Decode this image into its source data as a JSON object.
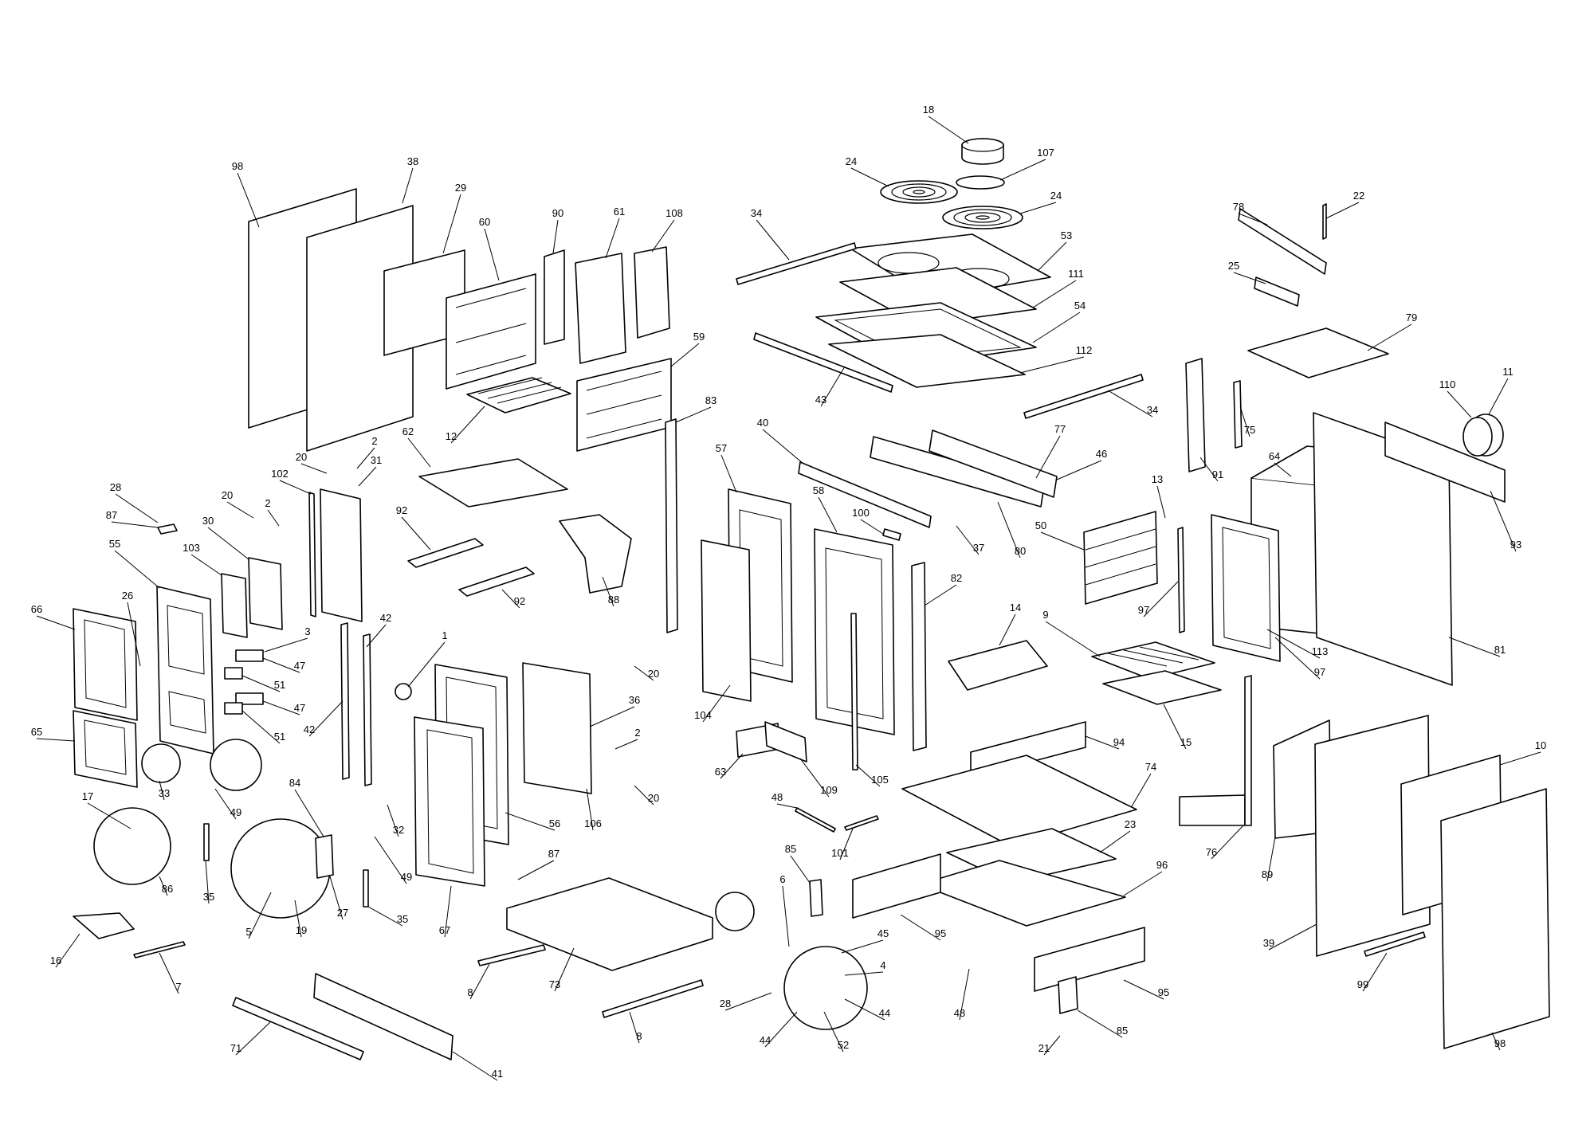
{
  "callouts": [
    {
      "n": "18",
      "label": "18"
    },
    {
      "n": "107",
      "label": "107"
    },
    {
      "n": "24a",
      "label": "24"
    },
    {
      "n": "24b",
      "label": "24"
    },
    {
      "n": "98a",
      "label": "98"
    },
    {
      "n": "38",
      "label": "38"
    },
    {
      "n": "29",
      "label": "29"
    },
    {
      "n": "60",
      "label": "60"
    },
    {
      "n": "90",
      "label": "90"
    },
    {
      "n": "61",
      "label": "61"
    },
    {
      "n": "108",
      "label": "108"
    },
    {
      "n": "34a",
      "label": "34"
    },
    {
      "n": "53",
      "label": "53"
    },
    {
      "n": "111",
      "label": "111"
    },
    {
      "n": "54",
      "label": "54"
    },
    {
      "n": "112",
      "label": "112"
    },
    {
      "n": "34b",
      "label": "34"
    },
    {
      "n": "43",
      "label": "43"
    },
    {
      "n": "22",
      "label": "22"
    },
    {
      "n": "78",
      "label": "78"
    },
    {
      "n": "25",
      "label": "25"
    },
    {
      "n": "79",
      "label": "79"
    },
    {
      "n": "11",
      "label": "11"
    },
    {
      "n": "110",
      "label": "110"
    },
    {
      "n": "12",
      "label": "12"
    },
    {
      "n": "59",
      "label": "59"
    },
    {
      "n": "83",
      "label": "83"
    },
    {
      "n": "75",
      "label": "75"
    },
    {
      "n": "91",
      "label": "91"
    },
    {
      "n": "64",
      "label": "64"
    },
    {
      "n": "93",
      "label": "93"
    },
    {
      "n": "40",
      "label": "40"
    },
    {
      "n": "77",
      "label": "77"
    },
    {
      "n": "46",
      "label": "46"
    },
    {
      "n": "13",
      "label": "13"
    },
    {
      "n": "62",
      "label": "62"
    },
    {
      "n": "20a",
      "label": "20"
    },
    {
      "n": "2a",
      "label": "2"
    },
    {
      "n": "31",
      "label": "31"
    },
    {
      "n": "102",
      "label": "102"
    },
    {
      "n": "28a",
      "label": "28"
    },
    {
      "n": "87a",
      "label": "87"
    },
    {
      "n": "20b",
      "label": "20"
    },
    {
      "n": "2b",
      "label": "2"
    },
    {
      "n": "30",
      "label": "30"
    },
    {
      "n": "103",
      "label": "103"
    },
    {
      "n": "55",
      "label": "55"
    },
    {
      "n": "92a",
      "label": "92"
    },
    {
      "n": "88",
      "label": "88"
    },
    {
      "n": "92b",
      "label": "92"
    },
    {
      "n": "57",
      "label": "57"
    },
    {
      "n": "58",
      "label": "58"
    },
    {
      "n": "100",
      "label": "100"
    },
    {
      "n": "37",
      "label": "37"
    },
    {
      "n": "80",
      "label": "80"
    },
    {
      "n": "50",
      "label": "50"
    },
    {
      "n": "82",
      "label": "82"
    },
    {
      "n": "97a",
      "label": "97"
    },
    {
      "n": "26",
      "label": "26"
    },
    {
      "n": "66",
      "label": "66"
    },
    {
      "n": "3",
      "label": "3"
    },
    {
      "n": "47a",
      "label": "47"
    },
    {
      "n": "51a",
      "label": "51"
    },
    {
      "n": "47b",
      "label": "47"
    },
    {
      "n": "51b",
      "label": "51"
    },
    {
      "n": "42a",
      "label": "42"
    },
    {
      "n": "42b",
      "label": "42"
    },
    {
      "n": "1",
      "label": "1"
    },
    {
      "n": "20c",
      "label": "20"
    },
    {
      "n": "36",
      "label": "36"
    },
    {
      "n": "2c",
      "label": "2"
    },
    {
      "n": "20d",
      "label": "20"
    },
    {
      "n": "14",
      "label": "14"
    },
    {
      "n": "9",
      "label": "9"
    },
    {
      "n": "113",
      "label": "113"
    },
    {
      "n": "97b",
      "label": "97"
    },
    {
      "n": "81",
      "label": "81"
    },
    {
      "n": "65",
      "label": "65"
    },
    {
      "n": "104",
      "label": "104"
    },
    {
      "n": "63",
      "label": "63"
    },
    {
      "n": "109",
      "label": "109"
    },
    {
      "n": "105",
      "label": "105"
    },
    {
      "n": "15",
      "label": "15"
    },
    {
      "n": "94",
      "label": "94"
    },
    {
      "n": "74",
      "label": "74"
    },
    {
      "n": "10",
      "label": "10"
    },
    {
      "n": "17",
      "label": "17"
    },
    {
      "n": "33",
      "label": "33"
    },
    {
      "n": "49a",
      "label": "49"
    },
    {
      "n": "84",
      "label": "84"
    },
    {
      "n": "32",
      "label": "32"
    },
    {
      "n": "56",
      "label": "56"
    },
    {
      "n": "106",
      "label": "106"
    },
    {
      "n": "48a",
      "label": "48"
    },
    {
      "n": "101",
      "label": "101"
    },
    {
      "n": "23",
      "label": "23"
    },
    {
      "n": "76",
      "label": "76"
    },
    {
      "n": "89",
      "label": "89"
    },
    {
      "n": "49b",
      "label": "49"
    },
    {
      "n": "86",
      "label": "86"
    },
    {
      "n": "35a",
      "label": "35"
    },
    {
      "n": "27",
      "label": "27"
    },
    {
      "n": "87b",
      "label": "87"
    },
    {
      "n": "85a",
      "label": "85"
    },
    {
      "n": "96",
      "label": "96"
    },
    {
      "n": "95a",
      "label": "95"
    },
    {
      "n": "39",
      "label": "39"
    },
    {
      "n": "35b",
      "label": "35"
    },
    {
      "n": "5",
      "label": "5"
    },
    {
      "n": "19",
      "label": "19"
    },
    {
      "n": "67",
      "label": "67"
    },
    {
      "n": "6",
      "label": "6"
    },
    {
      "n": "45",
      "label": "45"
    },
    {
      "n": "16",
      "label": "16"
    },
    {
      "n": "7",
      "label": "7"
    },
    {
      "n": "8a",
      "label": "8"
    },
    {
      "n": "73",
      "label": "73"
    },
    {
      "n": "4",
      "label": "4"
    },
    {
      "n": "28b",
      "label": "28"
    },
    {
      "n": "44a",
      "label": "44"
    },
    {
      "n": "48b",
      "label": "48"
    },
    {
      "n": "95b",
      "label": "95"
    },
    {
      "n": "99",
      "label": "99"
    },
    {
      "n": "8b",
      "label": "8"
    },
    {
      "n": "44b",
      "label": "44"
    },
    {
      "n": "52",
      "label": "52"
    },
    {
      "n": "85b",
      "label": "85"
    },
    {
      "n": "21",
      "label": "21"
    },
    {
      "n": "98b",
      "label": "98"
    },
    {
      "n": "71",
      "label": "71"
    },
    {
      "n": "41",
      "label": "41"
    }
  ]
}
